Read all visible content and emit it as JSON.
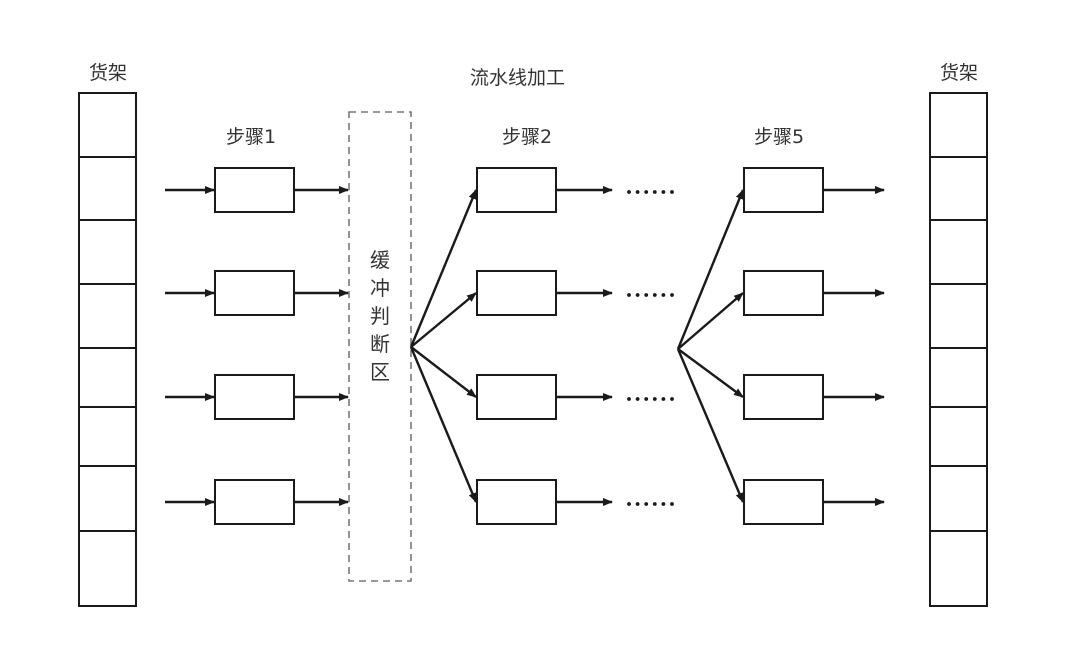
{
  "title": "流水线加工",
  "left_shelf": {
    "label": "货架",
    "slots": 8
  },
  "right_shelf": {
    "label": "货架",
    "slots": 8
  },
  "buffer": {
    "label": "缓冲判断区"
  },
  "steps": [
    {
      "label": "步骤1",
      "lanes": 4
    },
    {
      "label": "步骤2",
      "lanes": 4
    },
    {
      "label": "步骤5",
      "lanes": 4
    }
  ],
  "ellipsis": "……",
  "colors": {
    "line": "#1a1a1a",
    "dash": "#777777",
    "text": "#333333"
  }
}
